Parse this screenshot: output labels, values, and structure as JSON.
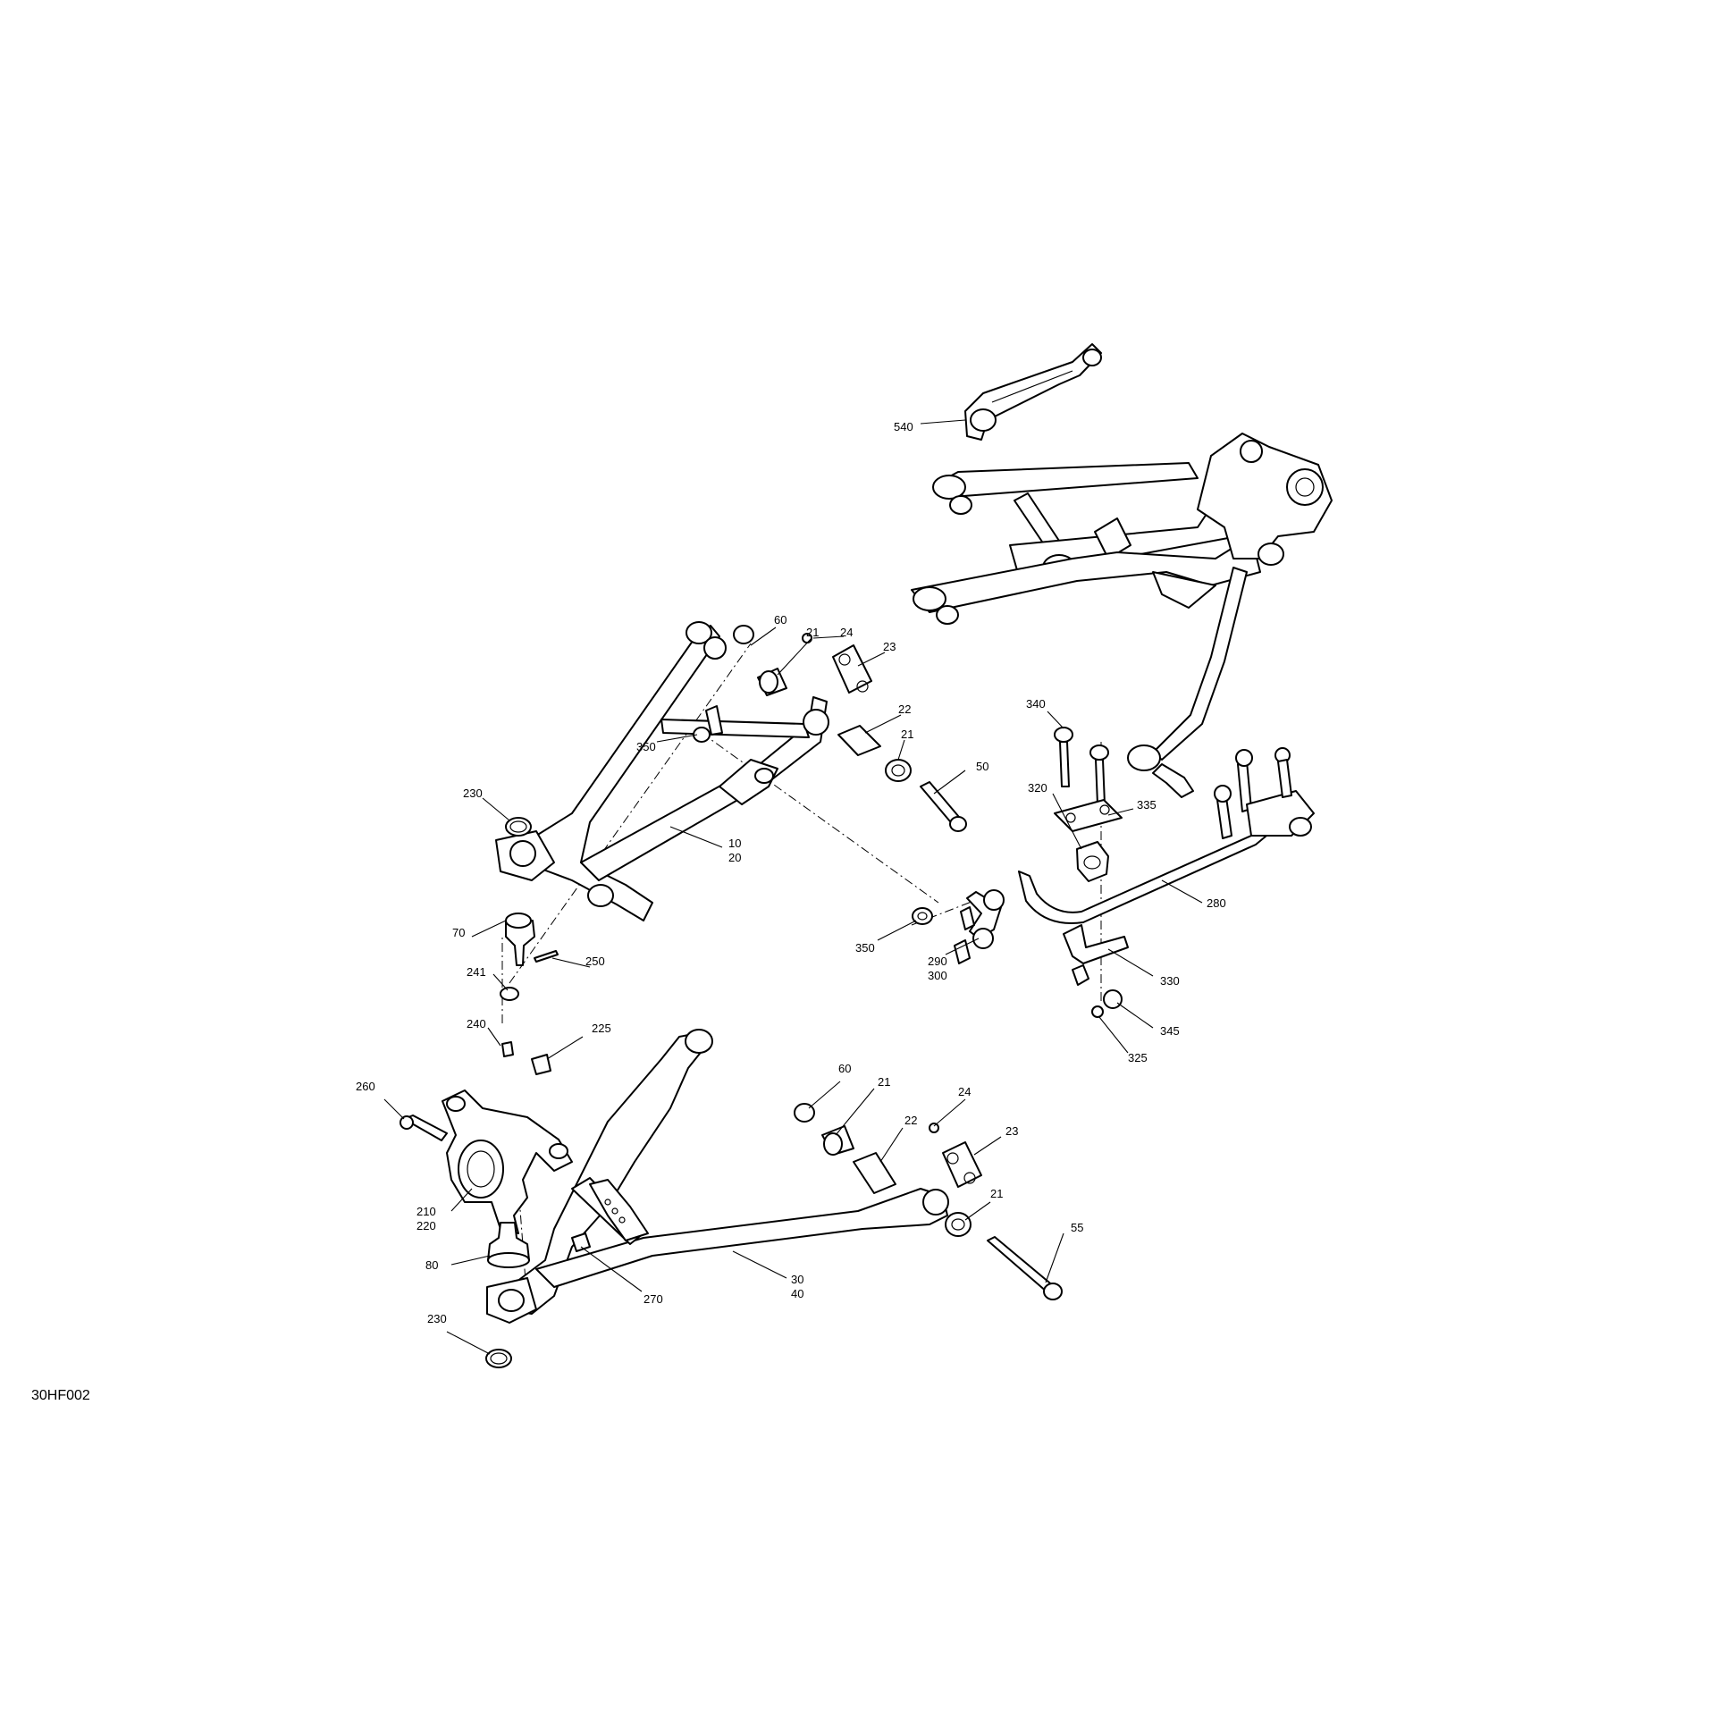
{
  "diagram_code": "30HF002",
  "callouts": [
    {
      "id": "c540",
      "label": "540"
    },
    {
      "id": "c60a",
      "label": "60"
    },
    {
      "id": "c21a",
      "label": "21"
    },
    {
      "id": "c24a",
      "label": "24"
    },
    {
      "id": "c23a",
      "label": "23"
    },
    {
      "id": "c22a",
      "label": "22"
    },
    {
      "id": "c21b",
      "label": "21"
    },
    {
      "id": "c50",
      "label": "50"
    },
    {
      "id": "c350a",
      "label": "350"
    },
    {
      "id": "c230a",
      "label": "230"
    },
    {
      "id": "c10",
      "label": "10"
    },
    {
      "id": "c20",
      "label": "20"
    },
    {
      "id": "c340",
      "label": "340"
    },
    {
      "id": "c335",
      "label": "335"
    },
    {
      "id": "c320",
      "label": "320"
    },
    {
      "id": "c280",
      "label": "280"
    },
    {
      "id": "c350b",
      "label": "350"
    },
    {
      "id": "c290",
      "label": "290"
    },
    {
      "id": "c300",
      "label": "300"
    },
    {
      "id": "c330",
      "label": "330"
    },
    {
      "id": "c345",
      "label": "345"
    },
    {
      "id": "c325",
      "label": "325"
    },
    {
      "id": "c70",
      "label": "70"
    },
    {
      "id": "c250",
      "label": "250"
    },
    {
      "id": "c241",
      "label": "241"
    },
    {
      "id": "c240",
      "label": "240"
    },
    {
      "id": "c225",
      "label": "225"
    },
    {
      "id": "c260",
      "label": "260"
    },
    {
      "id": "c60b",
      "label": "60"
    },
    {
      "id": "c21c",
      "label": "21"
    },
    {
      "id": "c24b",
      "label": "24"
    },
    {
      "id": "c22b",
      "label": "22"
    },
    {
      "id": "c23b",
      "label": "23"
    },
    {
      "id": "c21d",
      "label": "21"
    },
    {
      "id": "c55",
      "label": "55"
    },
    {
      "id": "c210",
      "label": "210"
    },
    {
      "id": "c220",
      "label": "220"
    },
    {
      "id": "c80",
      "label": "80"
    },
    {
      "id": "c270",
      "label": "270"
    },
    {
      "id": "c30",
      "label": "30"
    },
    {
      "id": "c40",
      "label": "40"
    },
    {
      "id": "c230b",
      "label": "230"
    }
  ]
}
